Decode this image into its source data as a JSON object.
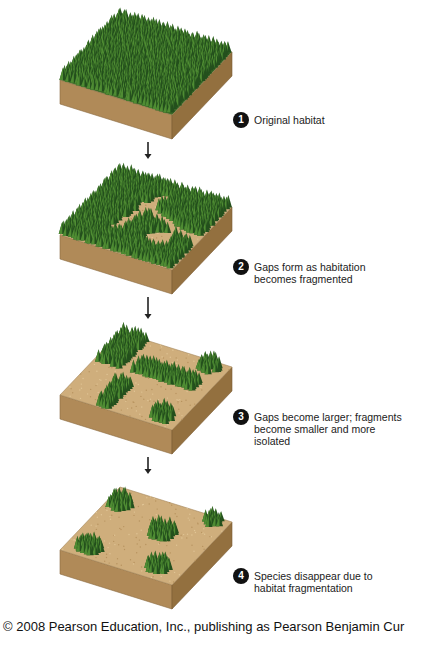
{
  "diagram": {
    "nodes": [
      {
        "text": [
          "1",
          "Original habitat"
        ]
      },
      {
        "text": [
          "2",
          "Gaps form as habitation becomes fragmented"
        ]
      },
      {
        "text": [
          "3",
          "Gaps become larger; fragments become smaller and more isolated"
        ]
      },
      {
        "text": [
          "4",
          "Species disappear due to habitat fragmentation"
        ]
      }
    ],
    "edges": [
      {
        "from": 0,
        "to": 1,
        "arrow": "to"
      },
      {
        "from": 1,
        "to": 2,
        "arrow": "to"
      },
      {
        "from": 2,
        "to": 3,
        "arrow": "to"
      }
    ],
    "labels": [
      "© 2008 Pearson Education, Inc., publishing as Pearson Benjamin Cur"
    ]
  }
}
